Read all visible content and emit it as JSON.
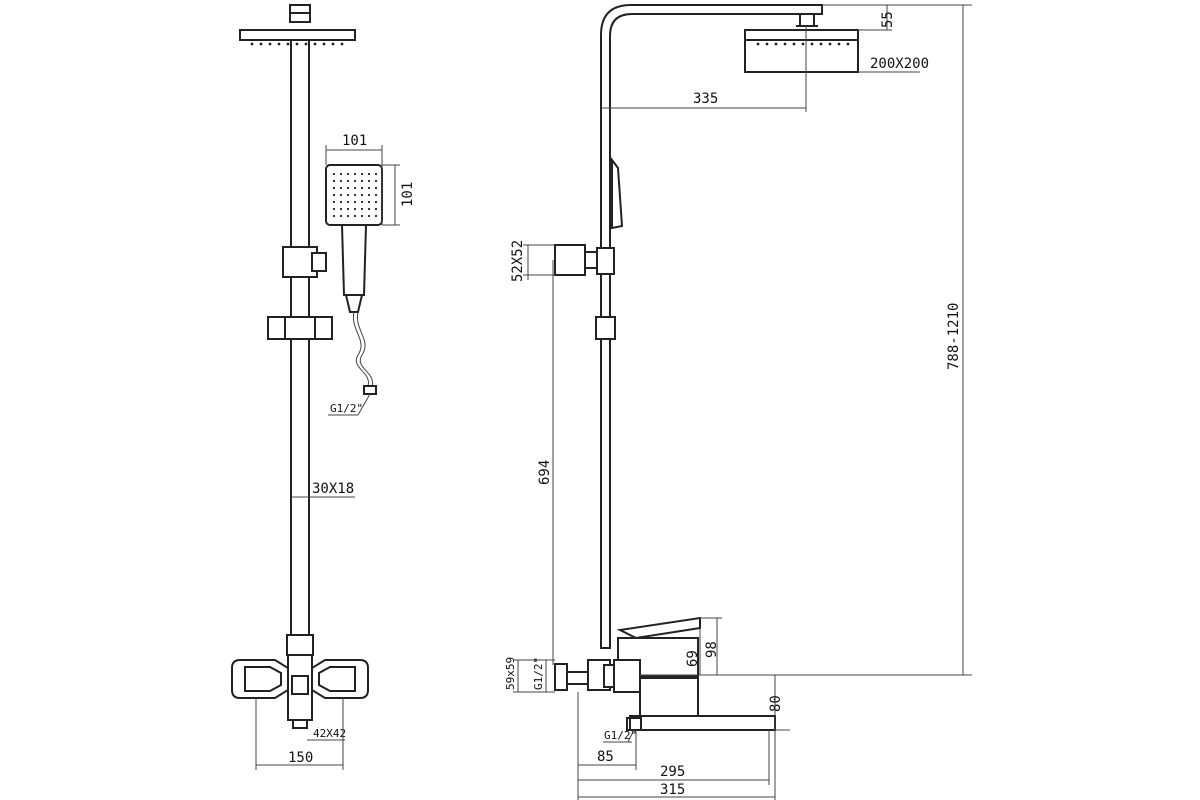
{
  "dimensions": {
    "handshower_width": "101",
    "handshower_height": "101",
    "hose_thread": "G1/2\"",
    "rail_section": "30X18",
    "mixer_body": "42X42",
    "front_width": "150",
    "overhead_height": "55",
    "overhead_size": "200X200",
    "arm_reach": "335",
    "bracket_size": "52X52",
    "total_height": "788-1210",
    "rail_height": "694",
    "connector_size": "59x59",
    "inlet_thread": "G1/2\"",
    "lever_height": "98",
    "lever_offset": "69",
    "spout_height": "80",
    "outlet_thread": "G1/2\"",
    "depth_85": "85",
    "spout_295": "295",
    "spout_315": "315"
  }
}
